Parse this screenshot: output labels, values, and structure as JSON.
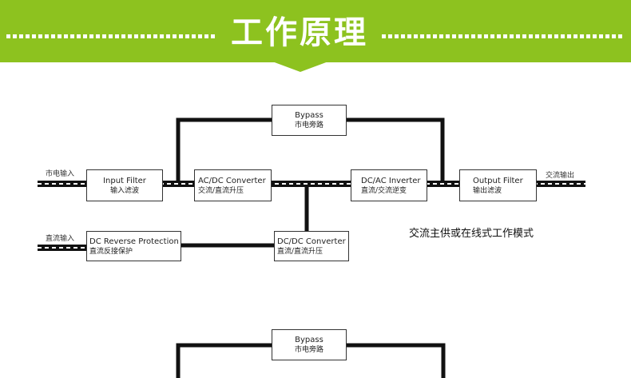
{
  "banner": {
    "title": "工作原理",
    "color": "#8dc21f"
  },
  "diagram1": {
    "bypass": {
      "en": "Bypass",
      "zh": "市电旁路"
    },
    "input_filter": {
      "en": "Input Filter",
      "zh": "输入滤波"
    },
    "acdc": {
      "en": "AC/DC Converter",
      "zh": "交流/直流升压"
    },
    "dcac": {
      "en": "DC/AC Inverter",
      "zh": "直流/交流逆变"
    },
    "output_filter": {
      "en": "Output Filter",
      "zh": "输出滤波"
    },
    "dc_reverse": {
      "en": "DC Reverse Protection",
      "zh": "直流反接保护"
    },
    "dcdc": {
      "en": "DC/DC Converter",
      "zh": "直流/直流升压"
    },
    "label_ac_in": "市电输入",
    "label_ac_out": "交流输出",
    "label_dc_in": "直流输入",
    "mode": "交流主供或在线式工作模式"
  },
  "diagram2": {
    "bypass": {
      "en": "Bypass",
      "zh": "市电旁路"
    }
  }
}
